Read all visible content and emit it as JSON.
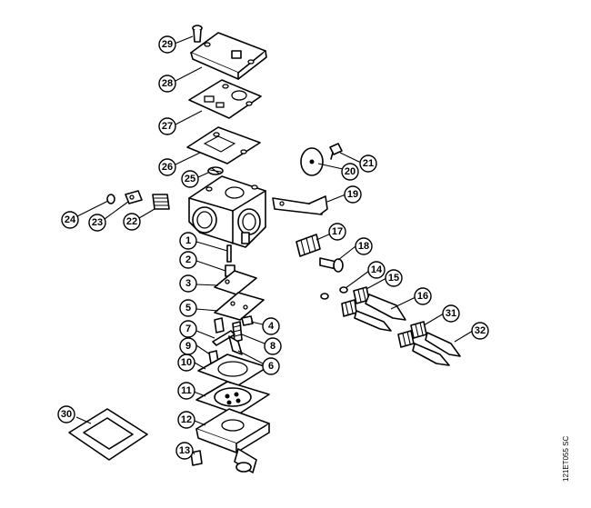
{
  "reference_code": "121ET055 SC",
  "callouts": [
    "29",
    "28",
    "27",
    "26",
    "25",
    "24",
    "23",
    "22",
    "21",
    "20",
    "19",
    "18",
    "17",
    "16",
    "15",
    "14",
    "13",
    "12",
    "11",
    "10",
    "9",
    "8",
    "7",
    "6",
    "5",
    "4",
    "3",
    "2",
    "1",
    "30",
    "31",
    "32"
  ]
}
